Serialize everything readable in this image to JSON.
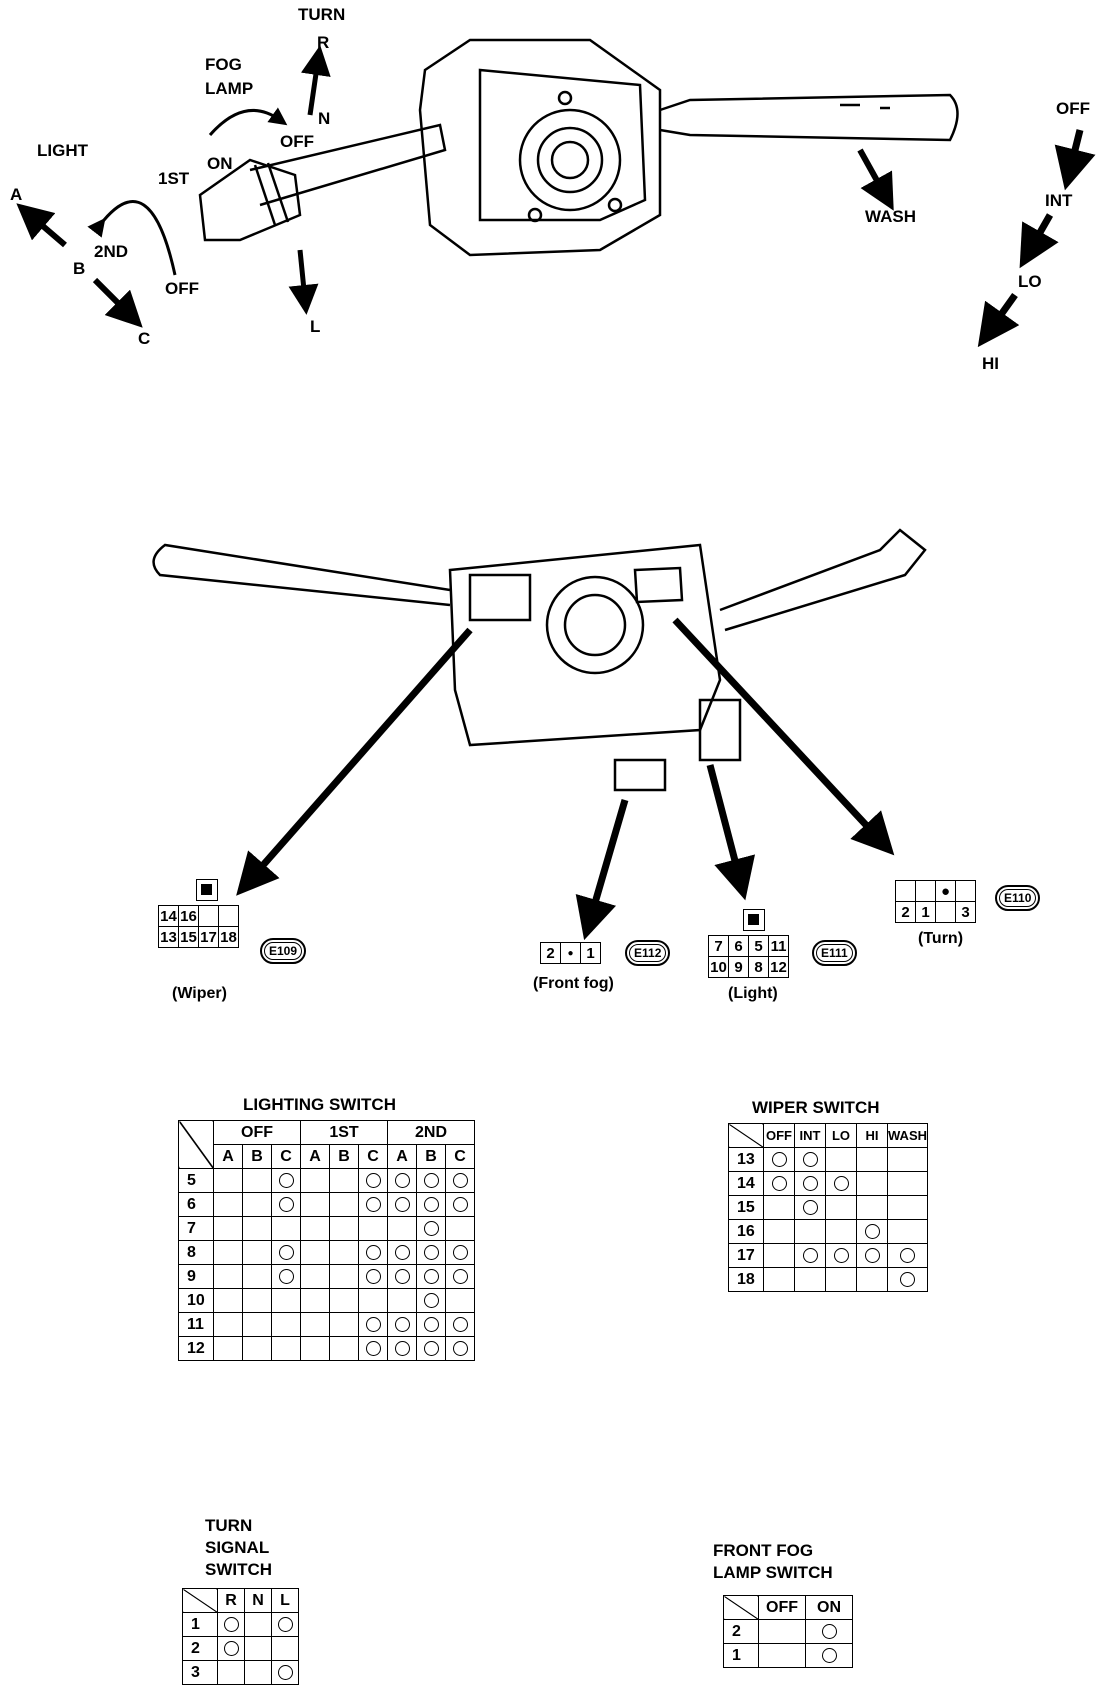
{
  "top_labels": {
    "turn": "TURN",
    "r": "R",
    "n": "N",
    "l": "L",
    "fog_lamp_1": "FOG",
    "fog_lamp_2": "LAMP",
    "fog_off": "OFF",
    "fog_on": "ON",
    "light": "LIGHT",
    "first": "1ST",
    "second": "2ND",
    "light_off": "OFF",
    "a": "A",
    "b": "B",
    "c": "C",
    "wash": "WASH",
    "wiper_off": "OFF",
    "wiper_int": "INT",
    "wiper_lo": "LO",
    "wiper_hi": "HI"
  },
  "connectors": {
    "wiper": {
      "code": "E109",
      "caption": "(Wiper)",
      "row1": [
        "14",
        "16",
        "",
        ""
      ],
      "row2": [
        "13",
        "15",
        "17",
        "18"
      ]
    },
    "front_fog": {
      "code": "E112",
      "caption": "(Front fog)",
      "left": "2",
      "right": "1"
    },
    "light": {
      "code": "E111",
      "caption": "(Light)",
      "row1": [
        "7",
        "6",
        "5",
        "11"
      ],
      "row2": [
        "10",
        "9",
        "8",
        "12"
      ]
    },
    "turn": {
      "code": "E110",
      "caption": "(Turn)",
      "row2": [
        "2",
        "1",
        "",
        "3"
      ]
    }
  },
  "lighting_switch": {
    "title": "LIGHTING SWITCH",
    "groups": [
      "OFF",
      "1ST",
      "2ND"
    ],
    "subs": [
      "A",
      "B",
      "C",
      "A",
      "B",
      "C",
      "A",
      "B",
      "C"
    ],
    "rows": [
      "5",
      "6",
      "7",
      "8",
      "9",
      "10",
      "11",
      "12"
    ],
    "marks": [
      [
        0,
        0,
        1,
        0,
        0,
        1,
        1,
        1,
        1
      ],
      [
        0,
        0,
        1,
        0,
        0,
        1,
        1,
        1,
        1
      ],
      [
        0,
        0,
        0,
        0,
        0,
        0,
        0,
        1,
        0
      ],
      [
        0,
        0,
        1,
        0,
        0,
        1,
        1,
        1,
        1
      ],
      [
        0,
        0,
        1,
        0,
        0,
        1,
        1,
        1,
        1
      ],
      [
        0,
        0,
        0,
        0,
        0,
        0,
        0,
        1,
        0
      ],
      [
        0,
        0,
        0,
        0,
        0,
        1,
        1,
        1,
        1
      ],
      [
        0,
        0,
        0,
        0,
        0,
        1,
        1,
        1,
        1
      ]
    ]
  },
  "wiper_switch": {
    "title": "WIPER SWITCH",
    "cols": [
      "OFF",
      "INT",
      "LO",
      "HI",
      "WASH"
    ],
    "rows": [
      "13",
      "14",
      "15",
      "16",
      "17",
      "18"
    ],
    "marks": [
      [
        1,
        1,
        0,
        0,
        0
      ],
      [
        1,
        1,
        1,
        0,
        0
      ],
      [
        0,
        1,
        0,
        0,
        0
      ],
      [
        0,
        0,
        0,
        1,
        0
      ],
      [
        0,
        1,
        1,
        1,
        1
      ],
      [
        0,
        0,
        0,
        0,
        1
      ]
    ]
  },
  "turn_signal_switch": {
    "title_1": "TURN",
    "title_2": "SIGNAL",
    "title_3": "SWITCH",
    "cols": [
      "R",
      "N",
      "L"
    ],
    "rows": [
      "1",
      "2",
      "3"
    ],
    "marks": [
      [
        1,
        0,
        1
      ],
      [
        1,
        0,
        0
      ],
      [
        0,
        0,
        1
      ]
    ]
  },
  "front_fog_switch": {
    "title_1": "FRONT FOG",
    "title_2": "LAMP SWITCH",
    "cols": [
      "OFF",
      "ON"
    ],
    "rows": [
      "2",
      "1"
    ],
    "marks": [
      [
        0,
        1
      ],
      [
        0,
        1
      ]
    ]
  }
}
